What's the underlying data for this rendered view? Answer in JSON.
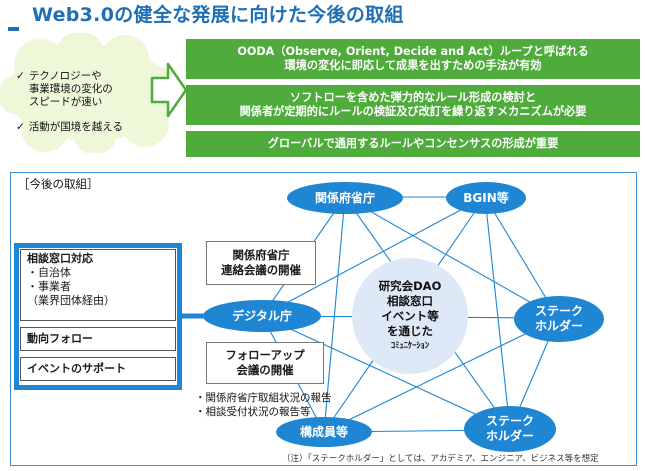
{
  "title": "Web3.0の健全な発展に向けた今後の取組",
  "cloud": {
    "items": [
      [
        "テクノロジーや",
        "事業環境の変化の",
        "スピードが速い"
      ],
      [
        "活動が国境を越える"
      ]
    ]
  },
  "green_bars": [
    [
      "OODA（Observe, Orient, Decide and Act）ループと呼ばれる",
      "環境の変化に即応して成果を出すための手法が有効"
    ],
    [
      "ソフトローを含めた弾力的なルール形成の検討と",
      "関係者が定期的にルールの検証及び改訂を繰り返すメカニズムが必要"
    ],
    [
      "グローバルで通用するルールやコンセンサスの形成が重要"
    ]
  ],
  "section_label": "［今後の取組］",
  "left_box": {
    "consult": {
      "title": "相談窓口対応",
      "subs": [
        "・自治体",
        "・事業者",
        "（業界団体経由）"
      ]
    },
    "follow": "動向フォロー",
    "event": "イベントのサポート"
  },
  "notes": {
    "liaison": [
      "関係府省庁",
      "連絡会議の開催"
    ],
    "followup": [
      "フォローアップ",
      "会議の開催"
    ],
    "bullets": [
      "・関係府省庁取組状況の報告",
      "・相談受付状況の報告等"
    ]
  },
  "nodes": {
    "ministries": "関係府省庁",
    "bgin": "BGIN等",
    "digital": "デジタル庁",
    "stake_right": [
      "ステーク",
      "ホルダー"
    ],
    "stake_bottom": [
      "ステーク",
      "ホルダー"
    ],
    "members": "構成員等"
  },
  "center": {
    "lines": [
      "研究会DAO",
      "相談窓口",
      "イベント等",
      "を通じた"
    ],
    "comm": "ｺﾐｭﾆｹｰｼｮﾝ"
  },
  "footnote": "（注）「ステークホルダー」としては、アカデミア、エンジニア、ビジネス等を想定",
  "colors": {
    "title_blue": "#1f6fb5",
    "node_blue": "#1f86d3",
    "green": "#4eab3c",
    "cloud": "#eef7d8",
    "center_fill": "#dde9f6"
  }
}
